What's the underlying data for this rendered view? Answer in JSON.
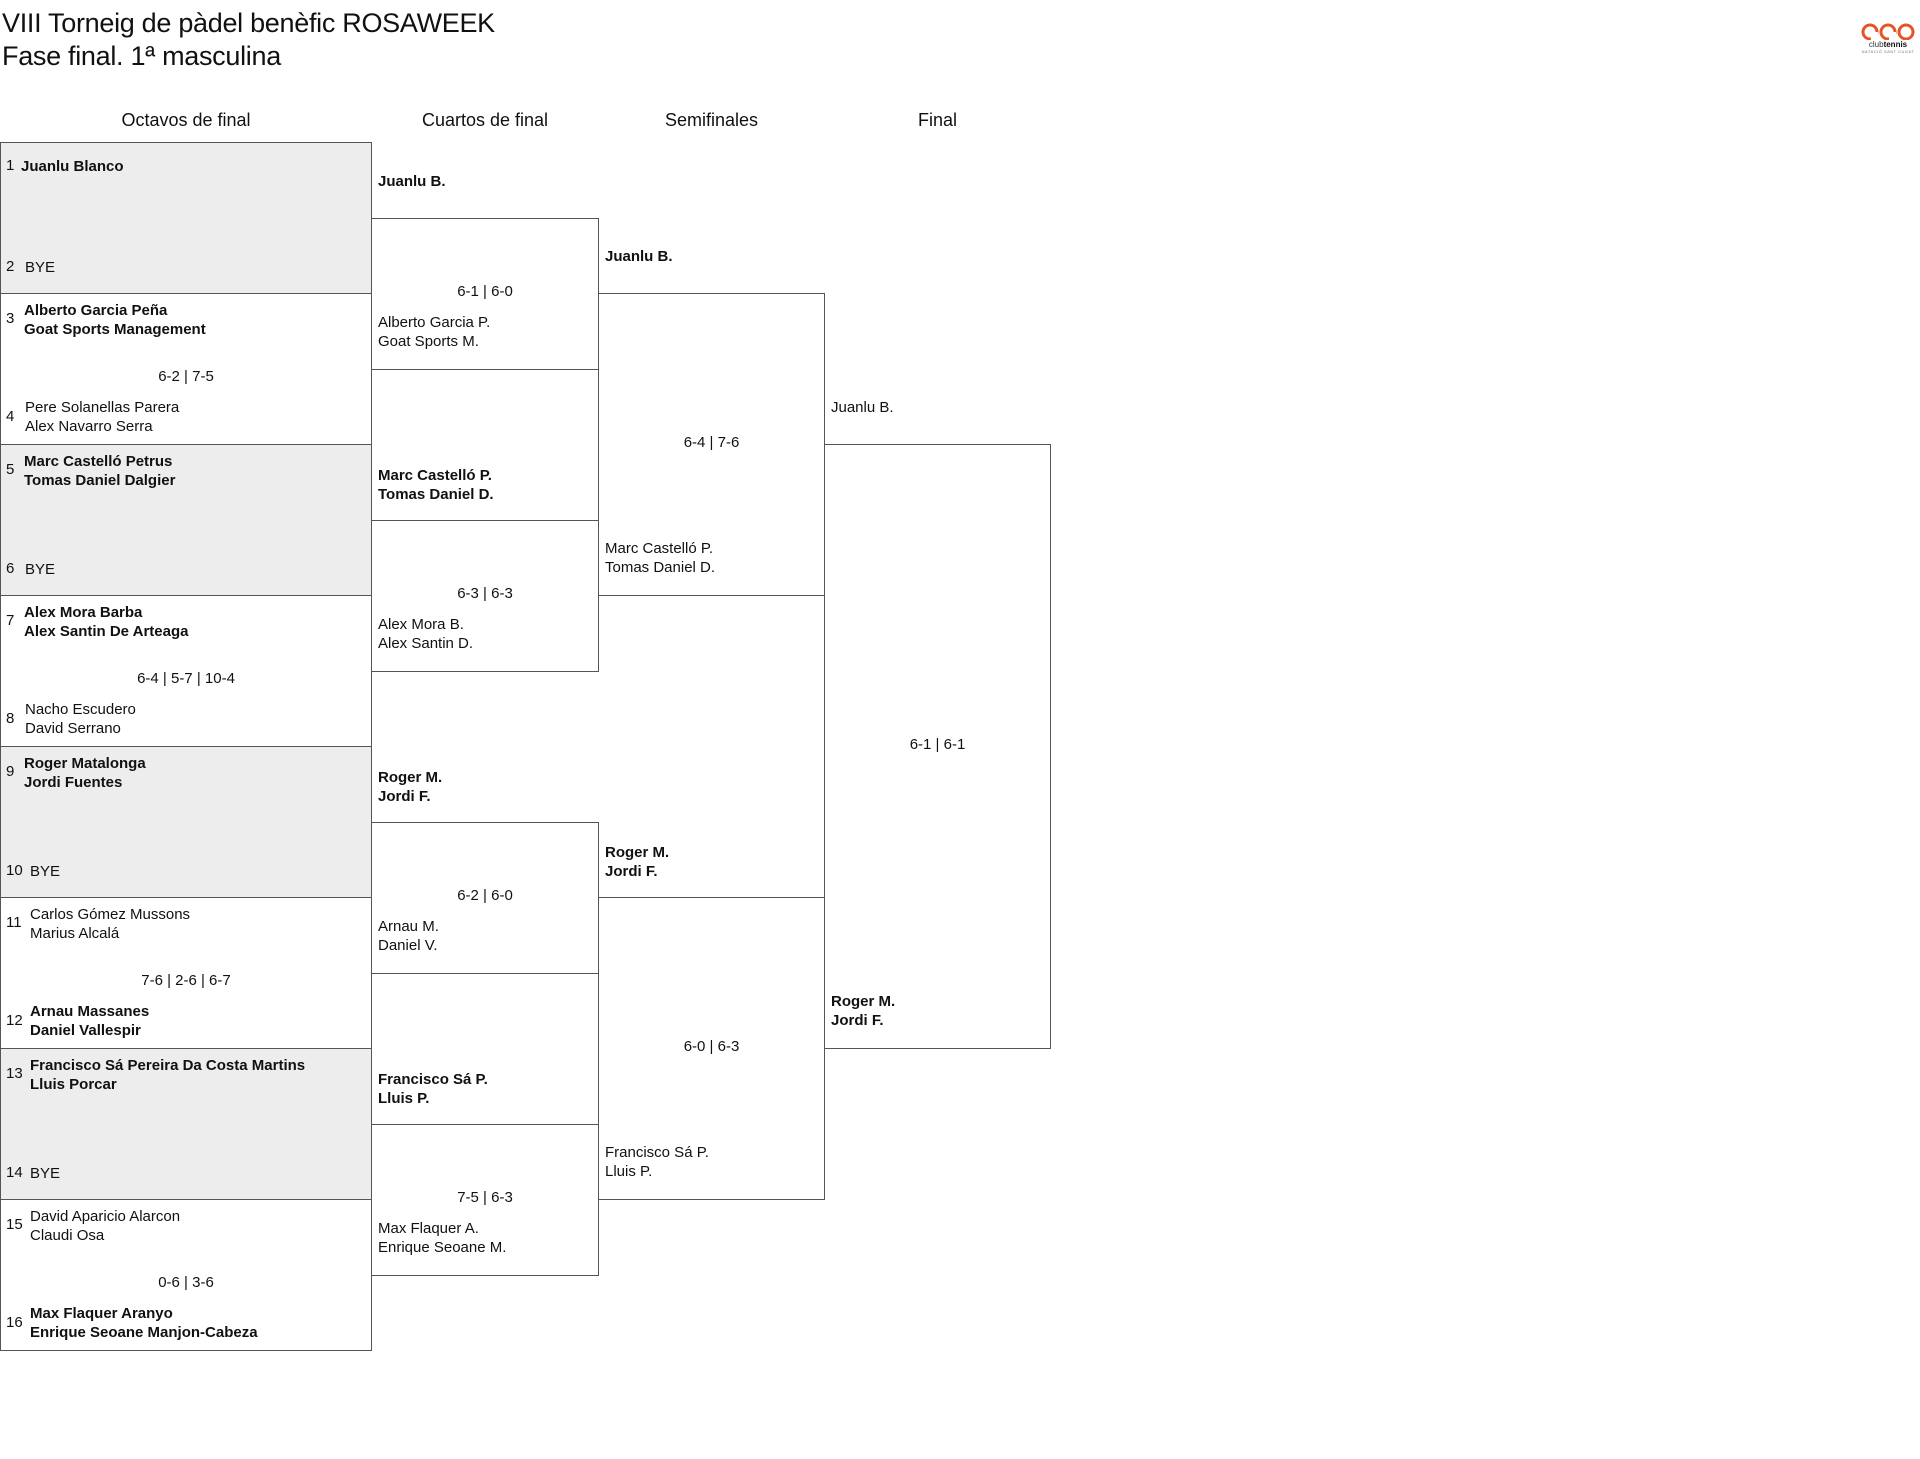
{
  "title_line1": "VIII Torneig de pàdel benèfic ROSAWEEK",
  "title_line2": "Fase final. 1ª masculina",
  "logo": {
    "brand": "ctn",
    "name_light": "club",
    "name_bold": "tennis",
    "subtitle": "NATACIÓ SANT CUGAT",
    "color": "#e8542a"
  },
  "rounds": [
    "Octavos de final",
    "Cuartos de final",
    "Semifinales",
    "Final"
  ],
  "r16": [
    {
      "seed_a": "1",
      "a": [
        "Juanlu Blanco"
      ],
      "seed_b": "2",
      "b": [
        "BYE"
      ],
      "winner": "a",
      "score": "",
      "bye": true
    },
    {
      "seed_a": "3",
      "a": [
        "Alberto Garcia Peña",
        "Goat Sports Management"
      ],
      "seed_b": "4",
      "b": [
        "Pere Solanellas Parera",
        "Alex Navarro Serra"
      ],
      "winner": "a",
      "score": "6-2 | 7-5",
      "bye": false
    },
    {
      "seed_a": "5",
      "a": [
        "Marc Castelló Petrus",
        "Tomas Daniel Dalgier"
      ],
      "seed_b": "6",
      "b": [
        "BYE"
      ],
      "winner": "a",
      "score": "",
      "bye": true
    },
    {
      "seed_a": "7",
      "a": [
        "Alex Mora Barba",
        "Alex Santin De Arteaga"
      ],
      "seed_b": "8",
      "b": [
        "Nacho Escudero",
        "David Serrano"
      ],
      "winner": "a",
      "score": "6-4 | 5-7 | 10-4",
      "bye": false
    },
    {
      "seed_a": "9",
      "a": [
        "Roger Matalonga",
        "Jordi Fuentes"
      ],
      "seed_b": "10",
      "b": [
        "BYE"
      ],
      "winner": "a",
      "score": "",
      "bye": true
    },
    {
      "seed_a": "11",
      "a": [
        "Carlos Gómez Mussons",
        "Marius Alcalá"
      ],
      "seed_b": "12",
      "b": [
        "Arnau Massanes",
        "Daniel Vallespir"
      ],
      "winner": "b",
      "score": "7-6 | 2-6 | 6-7",
      "bye": false
    },
    {
      "seed_a": "13",
      "a": [
        "Francisco Sá Pereira Da Costa Martins",
        "Lluis Porcar"
      ],
      "seed_b": "14",
      "b": [
        "BYE"
      ],
      "winner": "a",
      "score": "",
      "bye": true
    },
    {
      "seed_a": "15",
      "a": [
        "David Aparicio Alarcon",
        "Claudi Osa"
      ],
      "seed_b": "16",
      "b": [
        "Max Flaquer Aranyo",
        "Enrique Seoane Manjon-Cabeza"
      ],
      "winner": "b",
      "score": "0-6 | 3-6",
      "bye": false
    }
  ],
  "qf": [
    {
      "a": [
        "Juanlu B."
      ],
      "b": [
        "Alberto Garcia P.",
        "Goat Sports M."
      ],
      "winner": "a",
      "score": "6-1 | 6-0"
    },
    {
      "a": [
        "Marc Castelló P.",
        "Tomas Daniel D."
      ],
      "b": [
        "Alex Mora B.",
        "Alex Santin D."
      ],
      "winner": "a",
      "score": "6-3 | 6-3"
    },
    {
      "a": [
        "Roger M.",
        "Jordi F."
      ],
      "b": [
        "Arnau M.",
        "Daniel V."
      ],
      "winner": "a",
      "score": "6-2 | 6-0"
    },
    {
      "a": [
        "Francisco Sá P.",
        "Lluis P."
      ],
      "b": [
        "Max Flaquer A.",
        "Enrique Seoane M."
      ],
      "winner": "a",
      "score": "7-5 | 6-3"
    }
  ],
  "sf": [
    {
      "a": [
        "Juanlu B."
      ],
      "b": [
        "Marc Castelló P.",
        "Tomas Daniel D."
      ],
      "winner": "a",
      "score": "6-4 | 7-6"
    },
    {
      "a": [
        "Roger M.",
        "Jordi F."
      ],
      "b": [
        "Francisco Sá P.",
        "Lluis P."
      ],
      "winner": "a",
      "score": "6-0 | 6-3"
    }
  ],
  "final": [
    {
      "a": [
        "Juanlu B."
      ],
      "b": [
        "Roger M.",
        "Jordi F."
      ],
      "winner": "b",
      "score": "6-1 | 6-1"
    }
  ]
}
